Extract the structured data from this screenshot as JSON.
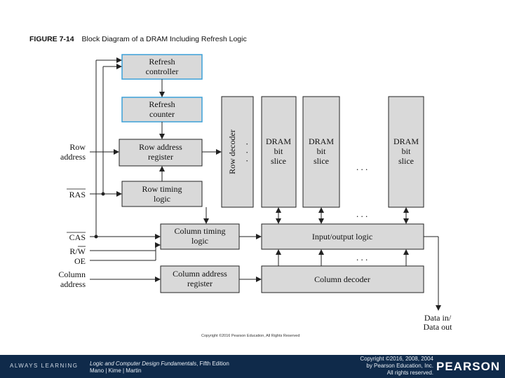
{
  "figure": {
    "number": "FIGURE 7-14",
    "caption": "Block Diagram of a DRAM Including Refresh Logic"
  },
  "blocks": {
    "refresh_controller": [
      "Refresh",
      "controller"
    ],
    "refresh_counter": [
      "Refresh",
      "counter"
    ],
    "row_address_register": [
      "Row address",
      "register"
    ],
    "row_timing_logic": [
      "Row timing",
      "logic"
    ],
    "row_decoder": "Row decoder",
    "column_timing_logic": [
      "Column timing",
      "logic"
    ],
    "column_address_register": [
      "Column address",
      "register"
    ],
    "io_logic": "Input/output logic",
    "column_decoder": "Column decoder",
    "bit_slice": [
      "DRAM",
      "bit",
      "slice"
    ]
  },
  "signals": {
    "row_address": [
      "Row",
      "address"
    ],
    "ras": "RAS",
    "cas": "CAS",
    "rw": "R/W",
    "oe": "OE",
    "column_address": [
      "Column",
      "address"
    ],
    "data": [
      "Data in/",
      "Data out"
    ]
  },
  "ellipsis": ". . .",
  "small_copyright": "Copyright ©2016 Pearson Education, All Rights Reserved",
  "colors": {
    "refresh_stroke": "#3aa0d8",
    "footer_bg": "#0f2a4a",
    "block_fill": "#d9d9d9"
  },
  "footer": {
    "always_learning": "ALWAYS LEARNING",
    "book_title": "Logic and Computer Design Fundamentals",
    "book_edition": ", Fifth Edition",
    "authors": "Mano | Kime | Martin",
    "copyright_lines": [
      "Copyright ©2016, 2008, 2004",
      "by Pearson Education, Inc.",
      "All rights reserved."
    ],
    "brand": "PEARSON"
  }
}
